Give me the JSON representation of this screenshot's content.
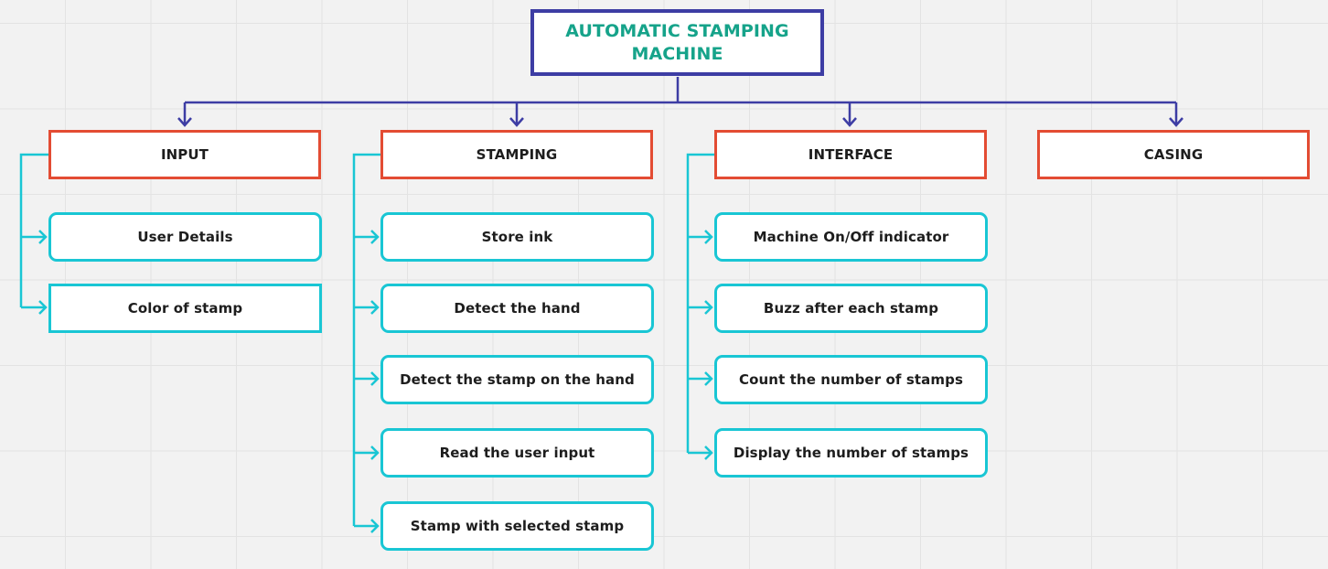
{
  "diagram": {
    "title_line1": "AUTOMATIC STAMPING",
    "title_line2": "MACHINE",
    "colors": {
      "background": "#f2f2f2",
      "root_border": "#3d3da4",
      "root_text": "#16a38a",
      "category_border": "#e34c33",
      "leaf_border": "#19c6d4",
      "tree_connector": "#3d3da4",
      "leaf_connector": "#19c6d4"
    },
    "categories": [
      {
        "label": "INPUT",
        "items": [
          "User Details",
          "Color of stamp"
        ]
      },
      {
        "label": "STAMPING",
        "items": [
          "Store ink",
          "Detect the hand",
          "Detect the stamp on the hand",
          "Read the user input",
          "Stamp with selected stamp"
        ]
      },
      {
        "label": "INTERFACE",
        "items": [
          "Machine On/Off indicator",
          "Buzz after each stamp",
          "Count the number of stamps",
          "Display the number of stamps"
        ]
      },
      {
        "label": "CASING",
        "items": []
      }
    ]
  }
}
